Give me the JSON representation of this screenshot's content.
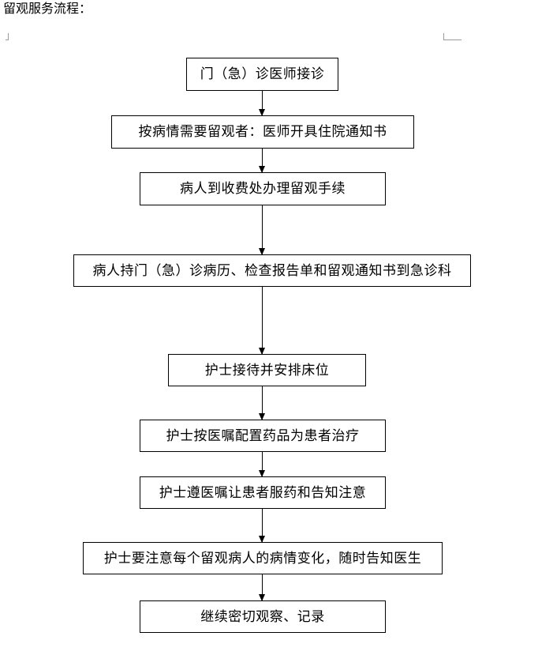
{
  "document": {
    "heading": "留观服务流程："
  },
  "flowchart": {
    "steps": [
      "门（急）诊医师接诊",
      "按病情需要留观者：医师开具住院通知书",
      "病人到收费处办理留观手续",
      "病人持门（急）诊病历、检查报告单和留观通知书到急诊科",
      "护士接待并安排床位",
      "护士按医嘱配置药品为患者治疗",
      "护士遵医嘱让患者服药和告知注意",
      "护士要注意每个留观病人的病情变化，随时告知医生",
      "继续密切观察、记录"
    ]
  }
}
